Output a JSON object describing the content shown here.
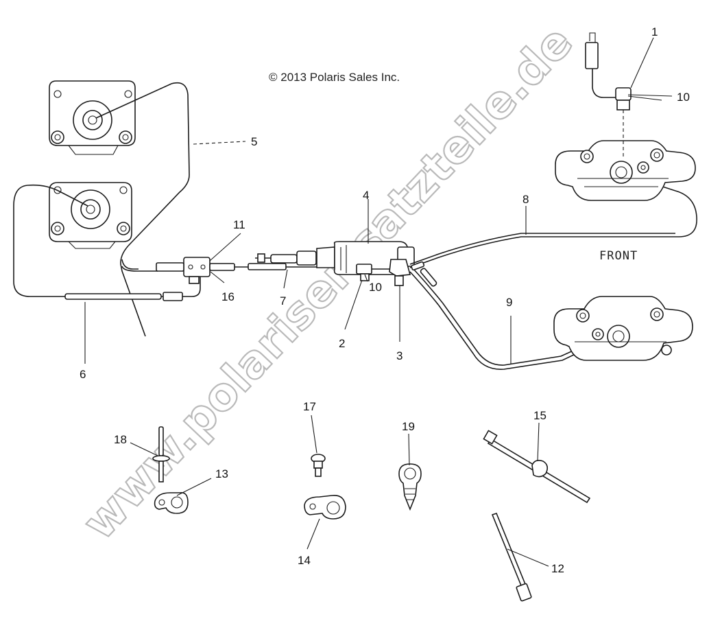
{
  "copyright": "© 2013 Polaris Sales Inc.",
  "front_label": "FRONT",
  "watermark": "www.polariser-satzteile.de",
  "callouts": {
    "c1": "1",
    "c2": "2",
    "c3": "3",
    "c4": "4",
    "c5": "5",
    "c6": "6",
    "c7": "7",
    "c8": "8",
    "c9": "9",
    "c10a": "10",
    "c10b": "10",
    "c11": "11",
    "c12": "12",
    "c13": "13",
    "c14": "14",
    "c15": "15",
    "c16": "16",
    "c17": "17",
    "c18": "18",
    "c19": "19"
  }
}
